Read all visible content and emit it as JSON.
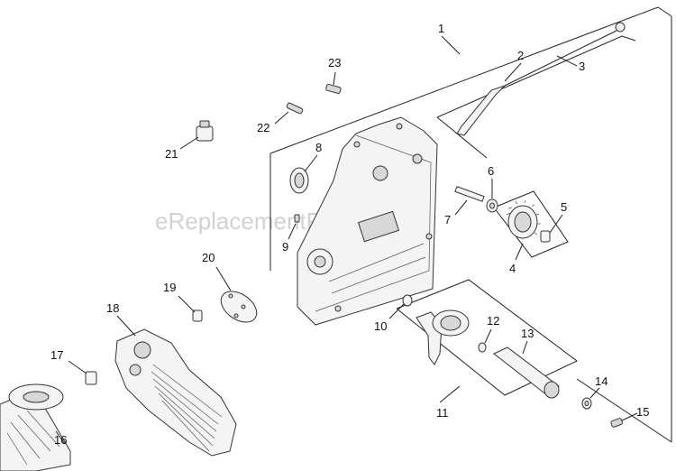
{
  "watermark": "eReplacementParts.com",
  "callouts": {
    "c1": "1",
    "c2": "2",
    "c3": "3",
    "c4": "4",
    "c5": "5",
    "c6": "6",
    "c7": "7",
    "c8": "8",
    "c9": "9",
    "c10": "10",
    "c11": "11",
    "c12": "12",
    "c13": "13",
    "c14": "14",
    "c15": "15",
    "c16": "16",
    "c17": "17",
    "c18": "18",
    "c19": "19",
    "c20": "20",
    "c21": "21",
    "c22": "22",
    "c23": "23"
  }
}
